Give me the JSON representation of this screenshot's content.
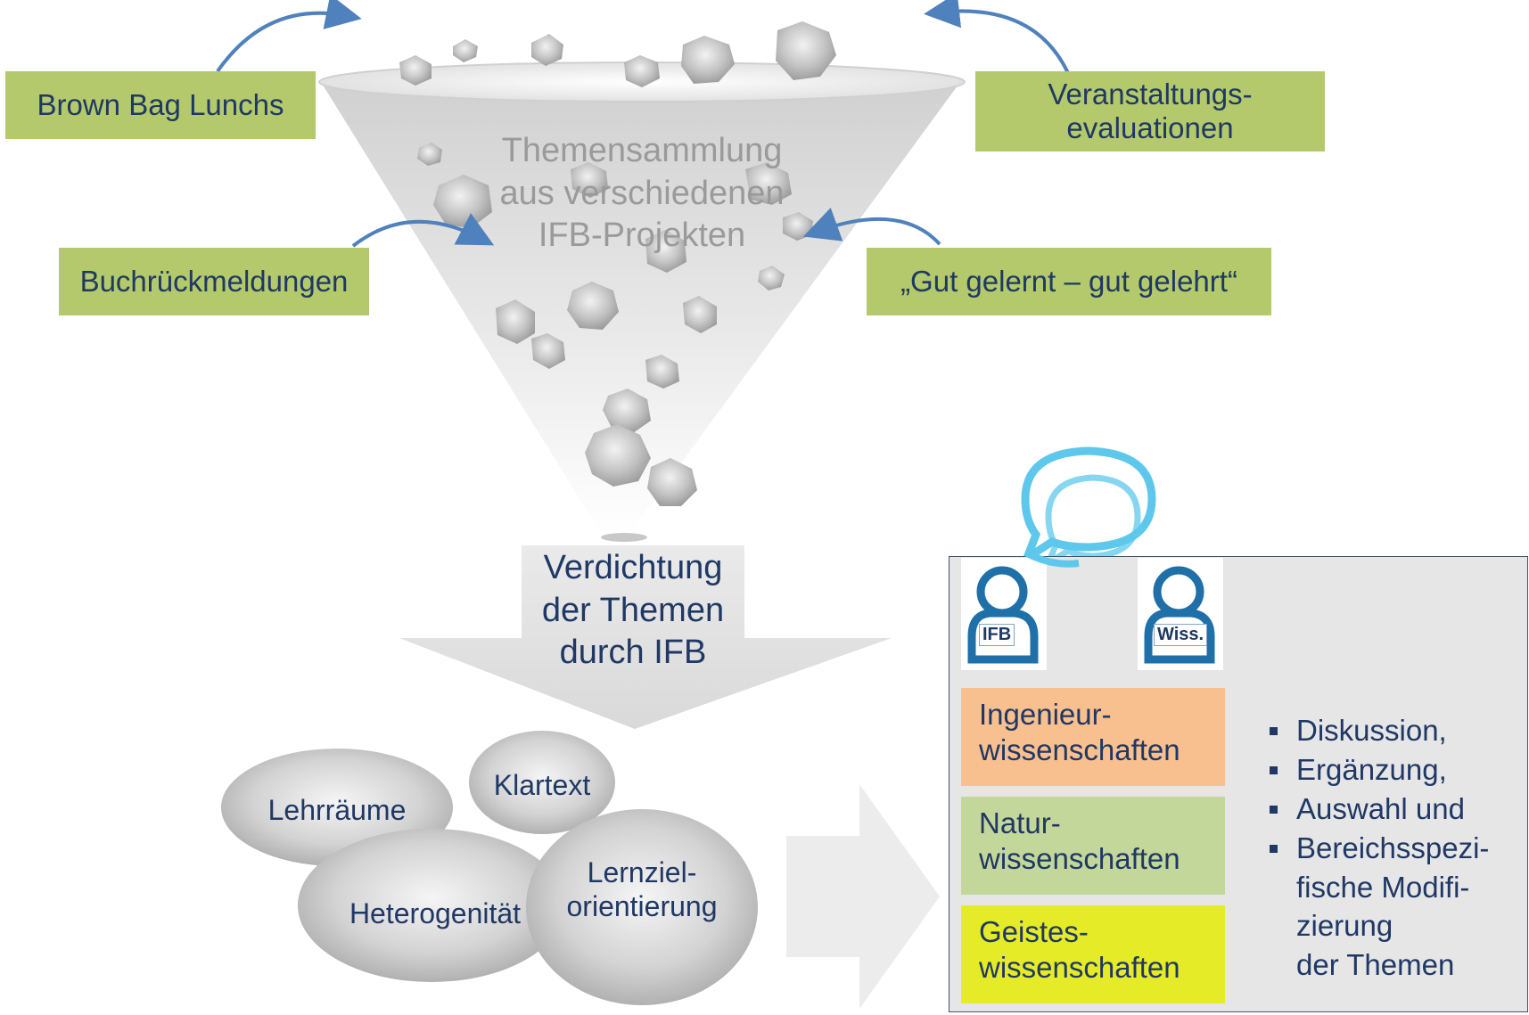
{
  "sources": {
    "brown_bag": "Brown Bag Lunchs",
    "buchrueck": "Buchrückmeldungen",
    "veranstaltung_line1": "Veranstaltungs-",
    "veranstaltung_line2": "evaluationen",
    "gut_gelernt": "„Gut gelernt – gut gelehrt“"
  },
  "funnel": {
    "line1": "Themensammlung",
    "line2": "aus verschiedenen",
    "line3": "IFB-Projekten"
  },
  "condense": {
    "line1": "Verdichtung",
    "line2": "der Themen",
    "line3": "durch IFB"
  },
  "topics": {
    "lehrraeume": "Lehrräume",
    "klartext": "Klartext",
    "heterogenitaet": "Heterogenität",
    "lernziel_line1": "Lernziel-",
    "lernziel_line2": "orientierung"
  },
  "people": {
    "left_tag": "IFB",
    "right_tag": "Wiss."
  },
  "disciplines": [
    {
      "line1": "Ingenieur-",
      "line2": "wissenschaften",
      "color": "#f8bf8f"
    },
    {
      "line1": "Natur-",
      "line2": "wissenschaften",
      "color": "#c4d79b"
    },
    {
      "line1": "Geistes-",
      "line2": "wissenschaften",
      "color": "#e6eb28"
    }
  ],
  "actions": [
    "Diskussion,",
    "Ergänzung,",
    "Auswahl und",
    "Bereichsspezi-",
    "fische Modifi-",
    "zierung",
    "der Themen"
  ],
  "colors": {
    "text_dark": "#1f3864",
    "box_green": "#b3c96b",
    "arrow_blue": "#4f81bd",
    "icon_blue": "#1f6fa8",
    "bubble_cyan": "#5ec8ec"
  }
}
